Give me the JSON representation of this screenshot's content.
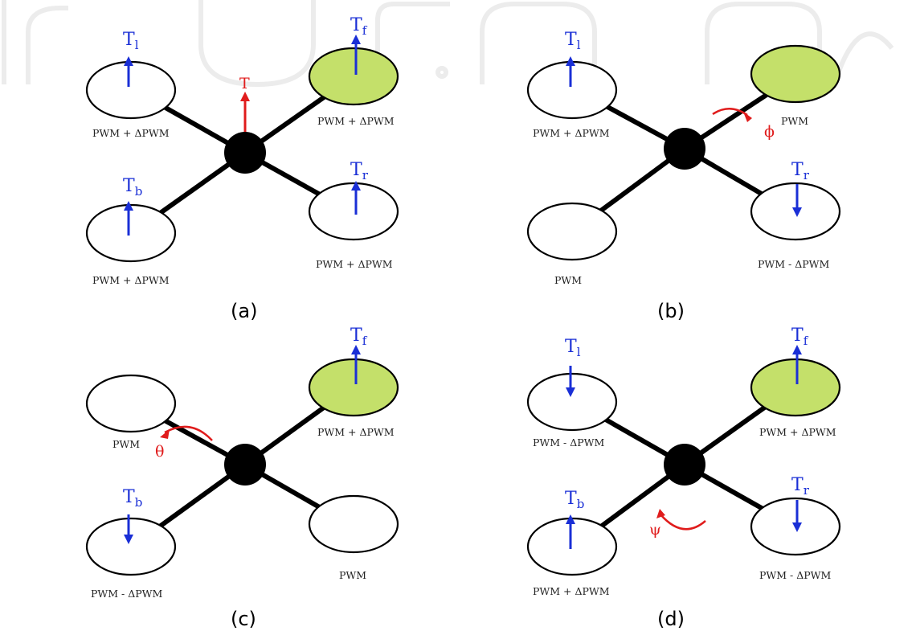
{
  "panels": [
    {
      "caption": "(a)",
      "labels": {
        "l": "T",
        "l_sub": "l",
        "f": "T",
        "f_sub": "f",
        "b": "T",
        "b_sub": "b",
        "r": "T",
        "r_sub": "r",
        "total": "T"
      },
      "pwm": {
        "l": "PWM + ΔPWM",
        "f": "PWM + ΔPWM",
        "b": "PWM + ΔPWM",
        "r": "PWM + ΔPWM"
      }
    },
    {
      "caption": "(b)",
      "labels": {
        "l": "T",
        "l_sub": "l",
        "r": "T",
        "r_sub": "r",
        "rot": "ϕ"
      },
      "pwm": {
        "l": "PWM + ΔPWM",
        "f": "PWM",
        "b": "PWM",
        "r": "PWM - ΔPWM"
      }
    },
    {
      "caption": "(c)",
      "labels": {
        "f": "T",
        "f_sub": "f",
        "b": "T",
        "b_sub": "b",
        "rot": "θ"
      },
      "pwm": {
        "l": "PWM",
        "f": "PWM + ΔPWM",
        "b": "PWM - ΔPWM",
        "r": "PWM"
      }
    },
    {
      "caption": "(d)",
      "labels": {
        "l": "T",
        "l_sub": "l",
        "f": "T",
        "f_sub": "f",
        "b": "T",
        "b_sub": "b",
        "r": "T",
        "r_sub": "r",
        "rot": "ψ"
      },
      "pwm": {
        "l": "PWM - ΔPWM",
        "f": "PWM + ΔPWM",
        "b": "PWM + ΔPWM",
        "r": "PWM - ΔPWM"
      }
    }
  ],
  "colors": {
    "thrust": "#1a2fd6",
    "rotation": "#e01c1c",
    "front_rotor": "#c4e06a"
  }
}
